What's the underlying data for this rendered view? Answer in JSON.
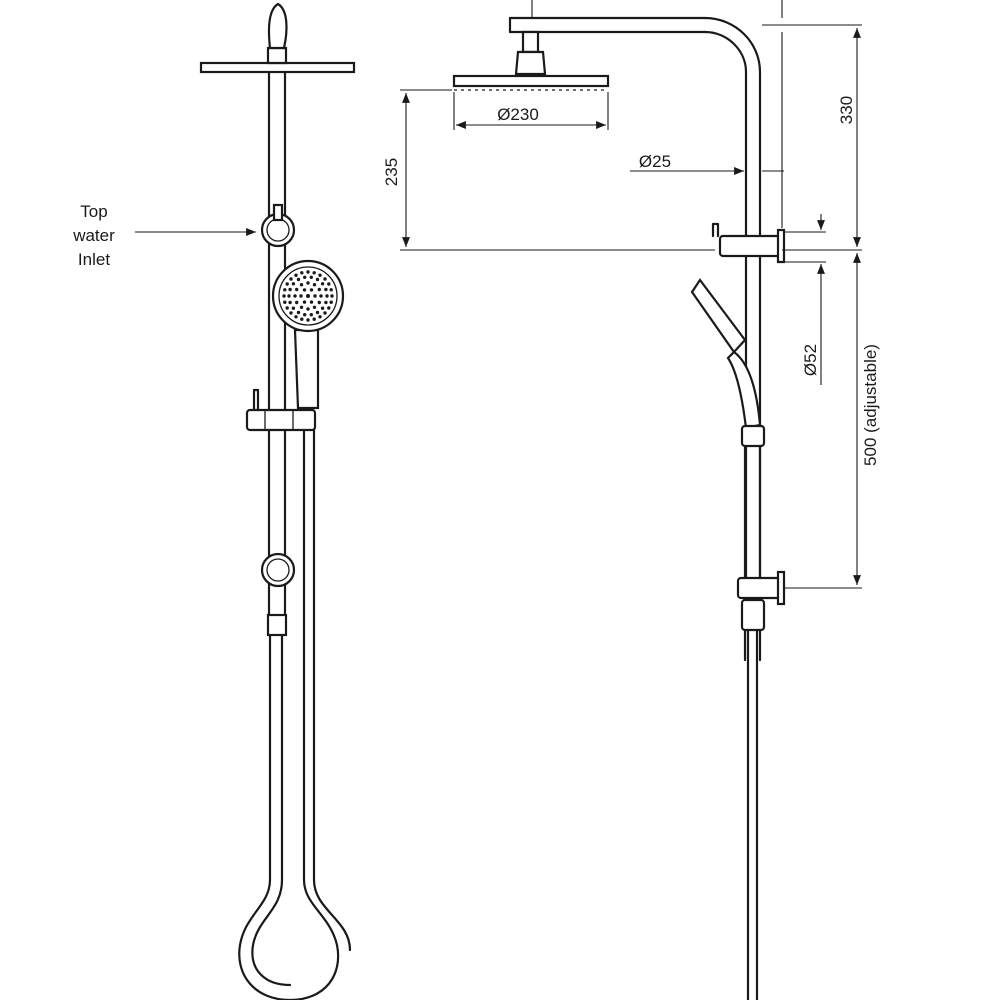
{
  "labels": {
    "inlet_line1": "Top",
    "inlet_line2": "water",
    "inlet_line3": "Inlet"
  },
  "dimensions": {
    "head_diameter": "Ø230",
    "rail_diameter": "Ø25",
    "head_height": "235",
    "arm_height": "330",
    "bracket_diameter": "Ø52",
    "rail_adjust": "500 (adjustable)"
  }
}
